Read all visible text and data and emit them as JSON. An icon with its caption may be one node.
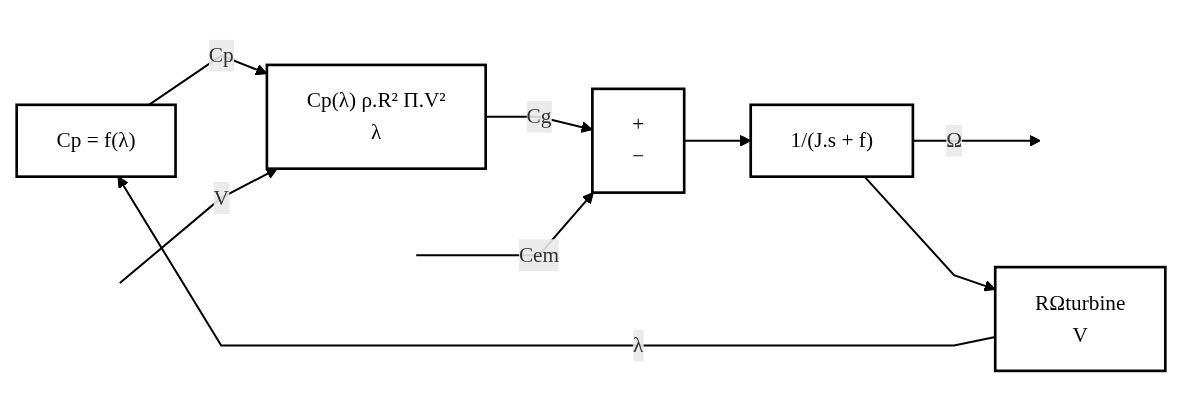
{
  "diagram": {
    "nodes": [
      {
        "text": [
          "Cp = f(λ)"
        ]
      },
      {
        "text": [
          "RΩturbine",
          "V"
        ]
      },
      {
        "text": [
          "Cp(λ) ρ.R² Π.V²",
          "λ"
        ]
      },
      {
        "text": [
          "+",
          "−"
        ]
      },
      {
        "text": [
          "1/(J.s + f)"
        ]
      }
    ],
    "edges": [
      {
        "from": 1,
        "to": 0,
        "arrow": "to",
        "label": "λ"
      },
      {
        "from": 0,
        "to": 2,
        "arrow": "to",
        "label": "Cp"
      },
      {
        "from": null,
        "to": 2,
        "arrow": "to",
        "label": "V"
      },
      {
        "from": 2,
        "to": 3,
        "arrow": "to",
        "label": "Cg"
      },
      {
        "from": null,
        "to": 3,
        "arrow": "to",
        "label": "Cem"
      },
      {
        "from": 3,
        "to": 4,
        "arrow": "to"
      },
      {
        "from": 4,
        "to": null,
        "arrow": "to",
        "label": "Ω"
      },
      {
        "from": 4,
        "to": 1,
        "arrow": "to"
      }
    ]
  }
}
